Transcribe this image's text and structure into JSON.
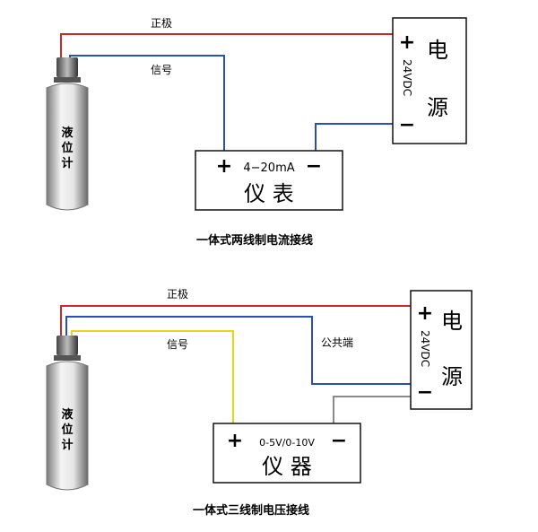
{
  "colors": {
    "positive_wire": "#cc2a2a",
    "signal_wire_blue": "#2a4fb8",
    "signal_wire_yellow": "#e8d21a",
    "common_wire_gray": "#8a8a8a"
  },
  "diagram_top": {
    "label_positive": "正极",
    "label_signal": "信号",
    "sensor_label": [
      "液",
      "位",
      "计"
    ],
    "power_char_1": "电",
    "power_char_2": "源",
    "power_voltage": "24VDC",
    "power_plus": "+",
    "power_minus": "−",
    "meter_range": "4−20mA",
    "meter_plus": "+",
    "meter_minus": "−",
    "meter_name": "仪 表",
    "caption": "一体式两线制电流接线"
  },
  "diagram_bottom": {
    "label_positive": "正极",
    "label_signal": "信号",
    "label_common": "公共端",
    "sensor_label": [
      "液",
      "位",
      "计"
    ],
    "power_char_1": "电",
    "power_char_2": "源",
    "power_voltage": "24VDC",
    "power_plus": "+",
    "power_minus": "−",
    "meter_range": "0-5V/0-10V",
    "meter_plus": "+",
    "meter_minus": "−",
    "meter_name": "仪 器",
    "caption": "一体式三线制电压接线"
  }
}
